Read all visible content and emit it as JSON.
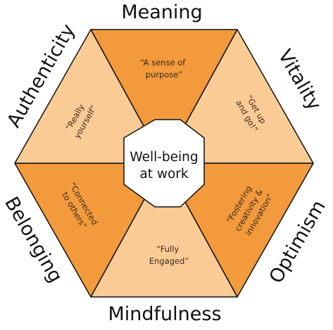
{
  "center": {
    "line1": "Well-being",
    "line2": "at work"
  },
  "colors": {
    "dark": "#f29a3c",
    "light": "#fbcb96",
    "stroke": "#111111",
    "center_fill": "#ffffff"
  },
  "segments": [
    {
      "id": "meaning",
      "outer_label": "Meaning",
      "shade": "dark",
      "quote": [
        "“A sense of",
        "purpose”"
      ]
    },
    {
      "id": "vitality",
      "outer_label": "Vitality",
      "shade": "light",
      "quote": [
        "“Get up",
        "and go!”"
      ]
    },
    {
      "id": "optimism",
      "outer_label": "Optimism",
      "shade": "dark",
      "quote": [
        "“Fostering",
        "creativity &",
        "innovation”"
      ]
    },
    {
      "id": "mindfulness",
      "outer_label": "Mindfulness",
      "shade": "light",
      "quote": [
        "“Fully",
        "Engaged”"
      ]
    },
    {
      "id": "belonging",
      "outer_label": "Belonging",
      "shade": "dark",
      "quote": [
        "“Connected",
        "to others”"
      ]
    },
    {
      "id": "authenticity",
      "outer_label": "Authenticity",
      "shade": "light",
      "quote": [
        "“Really",
        "yourself”"
      ]
    }
  ]
}
